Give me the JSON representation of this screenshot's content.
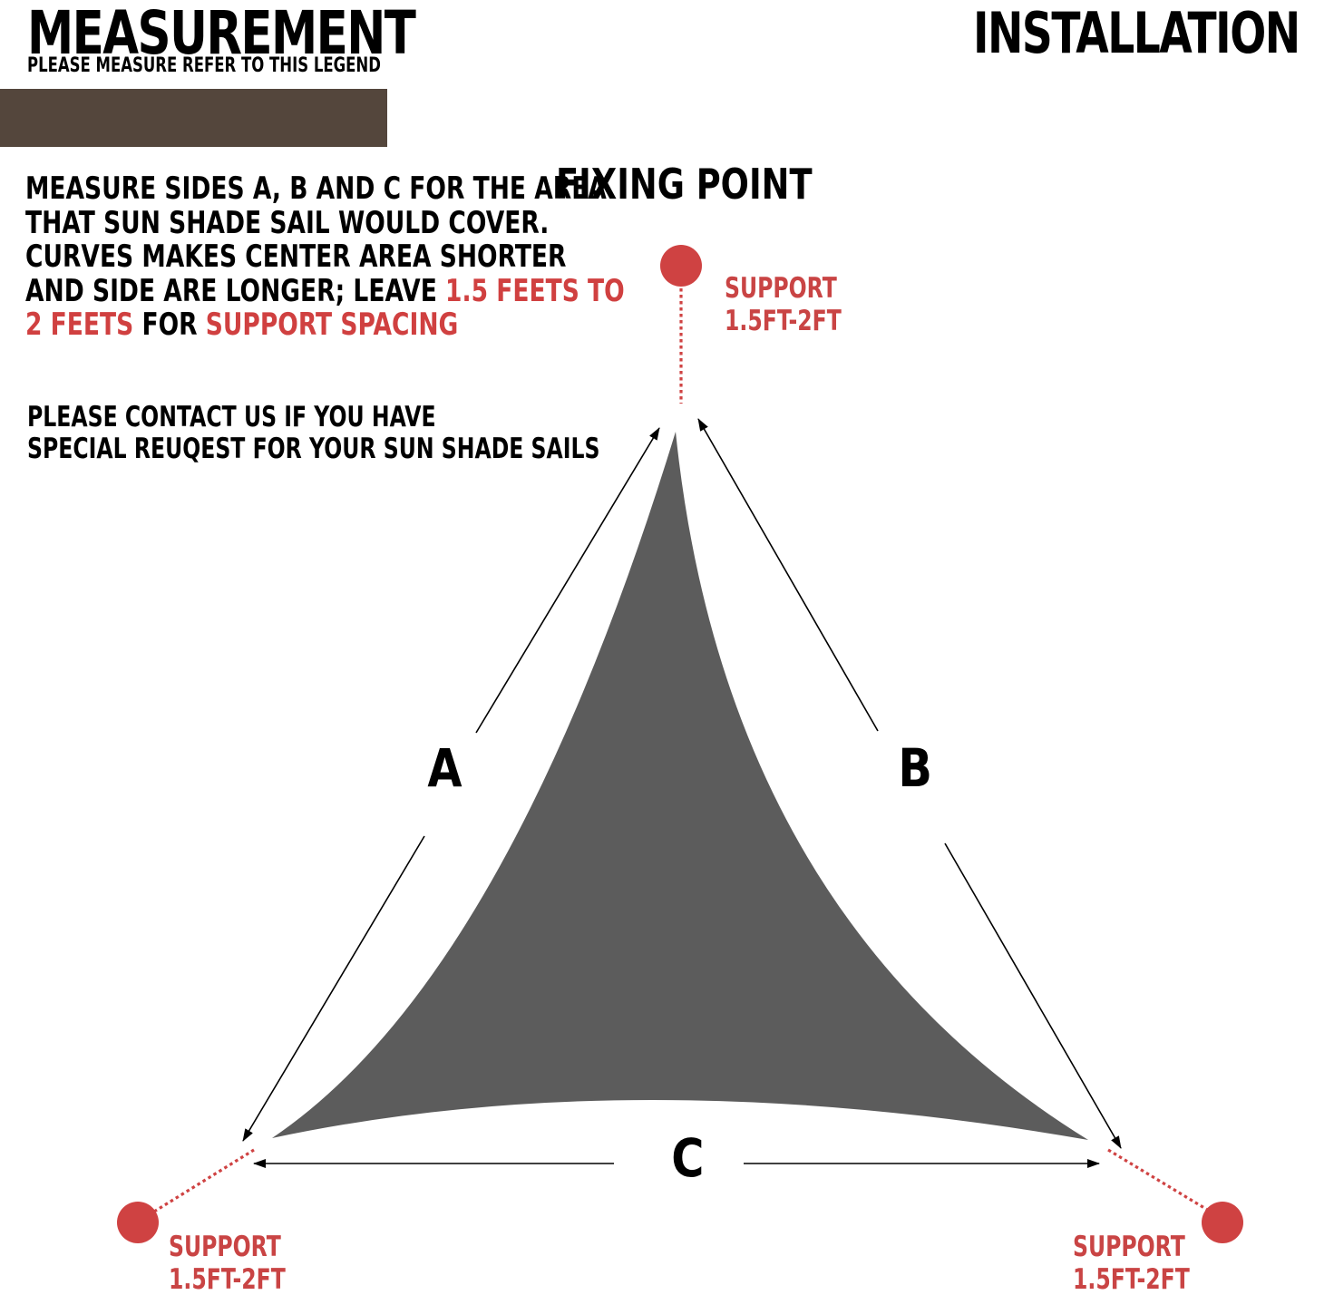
{
  "measurement_title": "MEASUREMENT",
  "measurement_subtitle": "PLEASE MEASURE REFER TO THIS LEGEND",
  "installation_title": "INSTALLATION",
  "fixing_point_label": "FIXING POINT",
  "instructions": {
    "line1": "MEASURE SIDES A, B AND C FOR THE AREA",
    "line2": "THAT SUN SHADE SAIL WOULD COVER.",
    "line3": "CURVES MAKES CENTER AREA SHORTER",
    "line4_start": "AND SIDE ARE LONGER; LEAVE ",
    "line4_red": "1.5 FEETS TO",
    "line5_red1": "2 FEETS",
    "line5_mid": " FOR ",
    "line5_red2": "SUPPORT SPACING"
  },
  "contact": {
    "line1": "PLEASE CONTACT US IF YOU HAVE",
    "line2": "SPECIAL REUQEST FOR YOUR SUN SHADE SAILS"
  },
  "supports": [
    {
      "title": "SUPPORT",
      "range": "1.5FT-2FT"
    },
    {
      "title": "SUPPORT",
      "range": "1.5FT-2FT"
    },
    {
      "title": "SUPPORT",
      "range": "1.5FT-2FT"
    }
  ],
  "sides": {
    "a": "A",
    "b": "B",
    "c": "C"
  },
  "colors": {
    "legend_bar": "#54463c",
    "sail_fill": "#5c5c5c",
    "support_dot": "#cf4242",
    "accent_red": "#d04040",
    "support_text": "#c94444"
  }
}
